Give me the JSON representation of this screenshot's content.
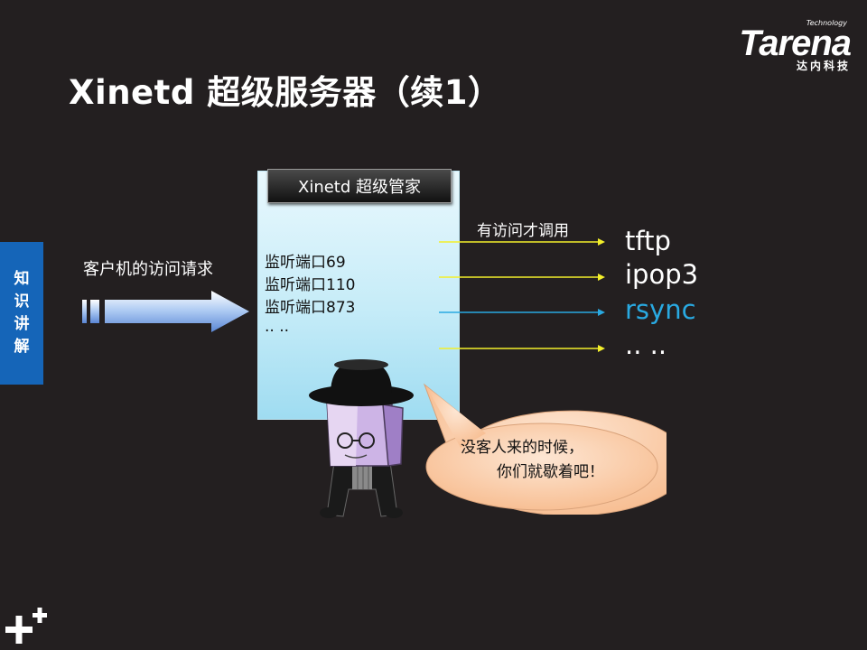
{
  "slide": {
    "title": "Xinetd 超级服务器（续1）",
    "logo": {
      "tech": "Technology",
      "brand": "Tarena",
      "cn": "达内科技"
    },
    "side_tab": [
      "知",
      "识",
      "讲",
      "解"
    ],
    "box_header": "Xinetd 超级管家",
    "client_label": "客户机的访问请求",
    "ports": [
      "监听端口69",
      "监听端口110",
      "监听端口873",
      ".. .."
    ],
    "call_label": "有访问才调用",
    "services": [
      {
        "label": "tftp",
        "color": "#ffffff"
      },
      {
        "label": "ipop3",
        "color": "#ffffff"
      },
      {
        "label": "rsync",
        "color": "#29a9e1"
      },
      {
        "label": ".. ..",
        "color": "#ffffff"
      }
    ],
    "bubble_lines": [
      "没客人来的时候，",
      "你们就歇着吧！"
    ],
    "corner_icon": "plus-plus-icon"
  }
}
